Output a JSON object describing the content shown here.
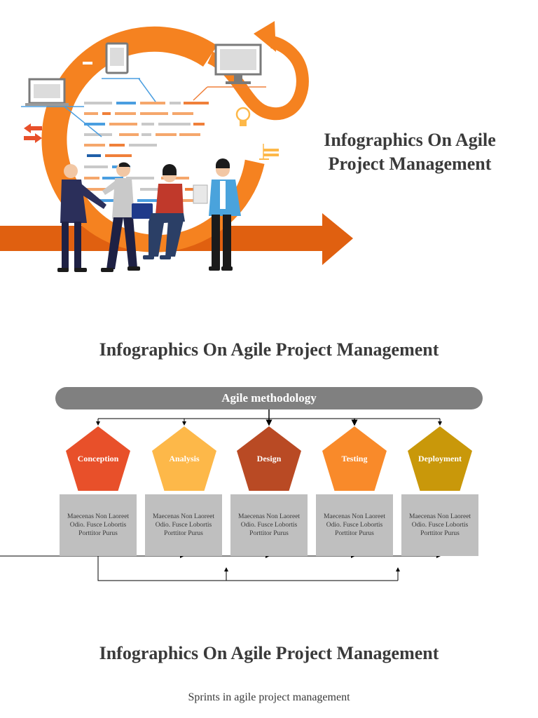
{
  "hero": {
    "title": "Infographics On Agile Project Management",
    "title_line1": "Infographics On Agile",
    "title_line2": "Project Management",
    "colors": {
      "orange": "#f58220",
      "dark_orange": "#e06010",
      "navy": "#2b2f5a",
      "blue": "#1f78c8"
    }
  },
  "section2": {
    "title": "Infographics On Agile Project Management",
    "methodology_label": "Agile methodology",
    "phases": [
      {
        "label": "Conception",
        "color": "#e8502a",
        "description": "Maecenas Non Laoreet Odio. Fusce Lobortis Porttitor Purus"
      },
      {
        "label": "Analysis",
        "color": "#fdb849",
        "description": "Maecenas Non Laoreet Odio. Fusce Lobortis Porttitor Purus"
      },
      {
        "label": "Design",
        "color": "#b94a24",
        "description": "Maecenas Non Laoreet Odio. Fusce Lobortis Porttitor Purus"
      },
      {
        "label": "Testing",
        "color": "#f98a2a",
        "description": "Maecenas Non Laoreet Odio. Fusce Lobortis Porttitor Purus"
      },
      {
        "label": "Deployment",
        "color": "#c9980a",
        "description": "Maecenas Non Laoreet Odio. Fusce Lobortis Porttitor Purus"
      }
    ]
  },
  "section3": {
    "title": "Infographics On Agile Project Management",
    "subtitle": "Sprints in agile project management"
  }
}
